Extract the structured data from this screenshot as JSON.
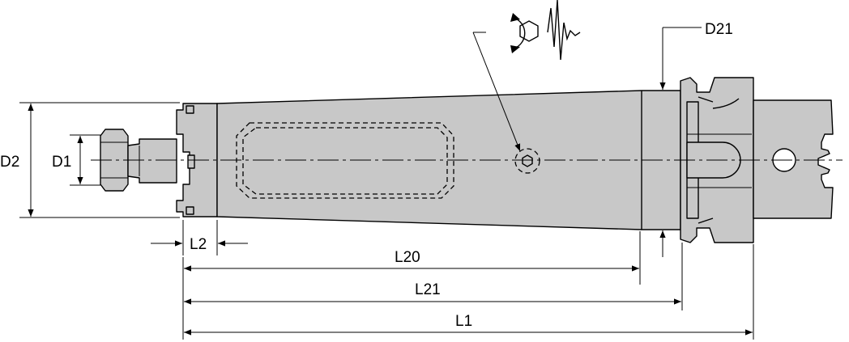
{
  "dimensions": {
    "d2": "D2",
    "d1": "D1",
    "l2": "L2",
    "l20": "L20",
    "l21": "L21",
    "l1": "L1",
    "d21": "D21"
  },
  "icons": {
    "coolant_symbol": "rotation-hex-vibration-icon"
  },
  "colors": {
    "body_fill": "#c8c8c8",
    "line": "#000000",
    "background": "#ffffff"
  }
}
